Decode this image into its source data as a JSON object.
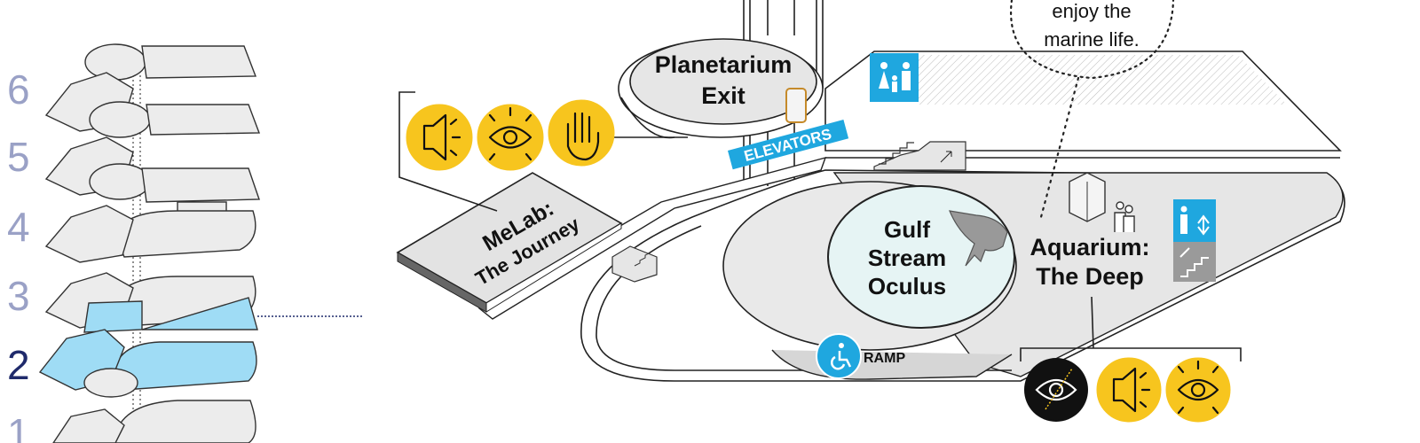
{
  "floors": [
    "6",
    "5",
    "4",
    "3",
    "2",
    "1"
  ],
  "current_floor": "2",
  "colors": {
    "accent_blue": "#1fa7df",
    "highlight_floor": "#9fdcf5",
    "sensory_yellow": "#f7c51e",
    "floor_number_inactive": "#9aa1c6",
    "floor_number_active": "#1f2a6b"
  },
  "map": {
    "planetarium_exit": {
      "line1": "Planetarium",
      "line2": "Exit"
    },
    "elevators_label": "ELEVATORS",
    "melab": {
      "line1": "MeLab:",
      "line2": "The Journey"
    },
    "oculus": {
      "line1": "Gulf",
      "line2": "Stream",
      "line3": "Oculus"
    },
    "aquarium": {
      "line1": "Aquarium:",
      "line2": "The Deep"
    },
    "ramp_label": "RAMP",
    "callout": {
      "line1": "enjoy the",
      "line2": "marine life."
    }
  },
  "icons": {
    "melab_sensory": [
      "sound-icon",
      "light-icon",
      "touch-icon"
    ],
    "aquarium_sensory": [
      "dark-eye-icon",
      "sound-icon",
      "light-icon"
    ],
    "amenities": [
      "family-restroom-icon",
      "elevator-icon",
      "stairs-icon",
      "wheelchair-icon",
      "aquarium-tank-icon"
    ]
  }
}
